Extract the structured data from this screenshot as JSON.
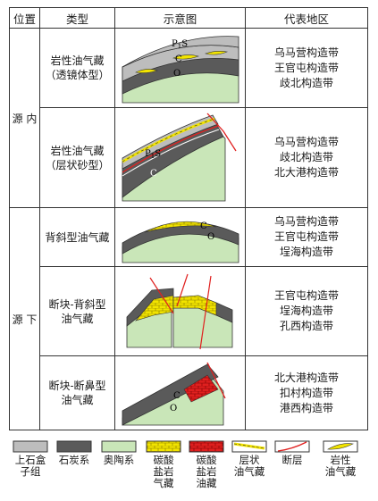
{
  "headers": {
    "position": "位置",
    "type": "类型",
    "diagram": "示意图",
    "areas": "代表地区"
  },
  "groups": {
    "source_inner": [
      "源",
      "内"
    ],
    "source_lower": [
      "源",
      "下"
    ]
  },
  "rows": [
    {
      "type_lines": [
        "岩性油气藏",
        "（透镜体型）"
      ],
      "areas": [
        "乌马营构造带",
        "王官屯构造带",
        "歧北构造带"
      ],
      "labels": {
        "p": "P",
        "p_sub": "1",
        "s": "S",
        "c": "C",
        "o": "O"
      }
    },
    {
      "type_lines": [
        "岩性油气藏",
        "（层状砂型）"
      ],
      "areas": [
        "乌马营构造带",
        "歧北构造带",
        "北大港构造带"
      ],
      "labels": {
        "p": "P",
        "p_sub": "1",
        "s": "S",
        "c": "C"
      }
    },
    {
      "type_lines": [
        "背斜型油气藏"
      ],
      "areas": [
        "乌马营构造带",
        "王官屯构造带",
        "埕海构造带"
      ],
      "labels": {
        "c": "C",
        "o": "O"
      }
    },
    {
      "type_lines": [
        "断块-背斜型",
        "油气藏"
      ],
      "areas": [
        "王官屯构造带",
        "埕海构造带",
        "孔西构造带"
      ],
      "labels": {}
    },
    {
      "type_lines": [
        "断块-断鼻型",
        "油气藏"
      ],
      "areas": [
        "北大港构造带",
        "扣村构造带",
        "港西构造带"
      ],
      "labels": {
        "c": "C",
        "o": "O"
      }
    }
  ],
  "legend": [
    {
      "lines": [
        "上石盒",
        "子组"
      ],
      "icon": "gray-swatch"
    },
    {
      "lines": [
        "石炭系"
      ],
      "icon": "dark-swatch"
    },
    {
      "lines": [
        "奥陶系"
      ],
      "icon": "green-swatch"
    },
    {
      "lines": [
        "碳酸",
        "盐岩",
        "气藏"
      ],
      "icon": "yellow-brick-swatch"
    },
    {
      "lines": [
        "碳酸",
        "盐岩",
        "油藏"
      ],
      "icon": "red-brick-swatch"
    },
    {
      "lines": [
        "层状",
        "油气藏"
      ],
      "icon": "layer-reservoir-swatch"
    },
    {
      "lines": [
        "断层"
      ],
      "icon": "fault-line"
    },
    {
      "lines": [
        "岩性",
        "油气藏"
      ],
      "icon": "lens-reservoir-swatch"
    }
  ],
  "colors": {
    "gray": "#bdbdbd",
    "dark": "#5a5a5a",
    "green": "#c9e6b8",
    "yellow": "#f2e400",
    "red": "#e0201f",
    "fault": "#e0201f",
    "brick_line": "#8a7a00"
  }
}
